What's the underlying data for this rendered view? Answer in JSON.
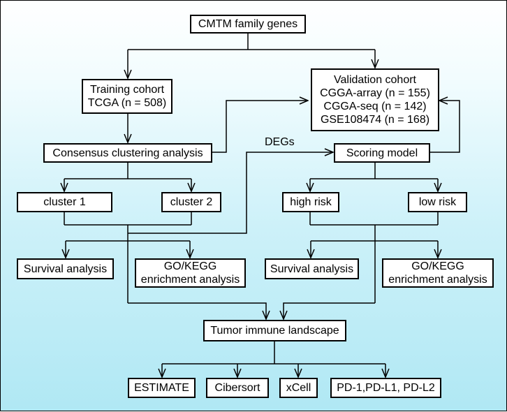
{
  "nodes": {
    "root": "CMTM family genes",
    "training": [
      "Training cohort",
      "TCGA (n = 508)"
    ],
    "validation": [
      "Validation cohort",
      "CGGA-array (n = 155)",
      "CGGA-seq (n = 142)",
      "GSE108474 (n = 168)"
    ],
    "consensus": "Consensus clustering analysis",
    "scoring": "Scoring model",
    "cluster1": "cluster 1",
    "cluster2": "cluster 2",
    "high_risk": "high risk",
    "low_risk": "low risk",
    "survival_left": "Survival analysis",
    "gokegg_left": [
      "GO/KEGG",
      "enrichment analysis"
    ],
    "survival_right": "Survival analysis",
    "gokegg_right": [
      "GO/KEGG",
      "enrichment analysis"
    ],
    "tumor": "Tumor immune landscape",
    "estimate": "ESTIMATE",
    "cibersort": "Cibersort",
    "xcell": "xCell",
    "pd": "PD-1,PD-L1, PD-L2"
  },
  "labels": {
    "degs": "DEGs"
  }
}
